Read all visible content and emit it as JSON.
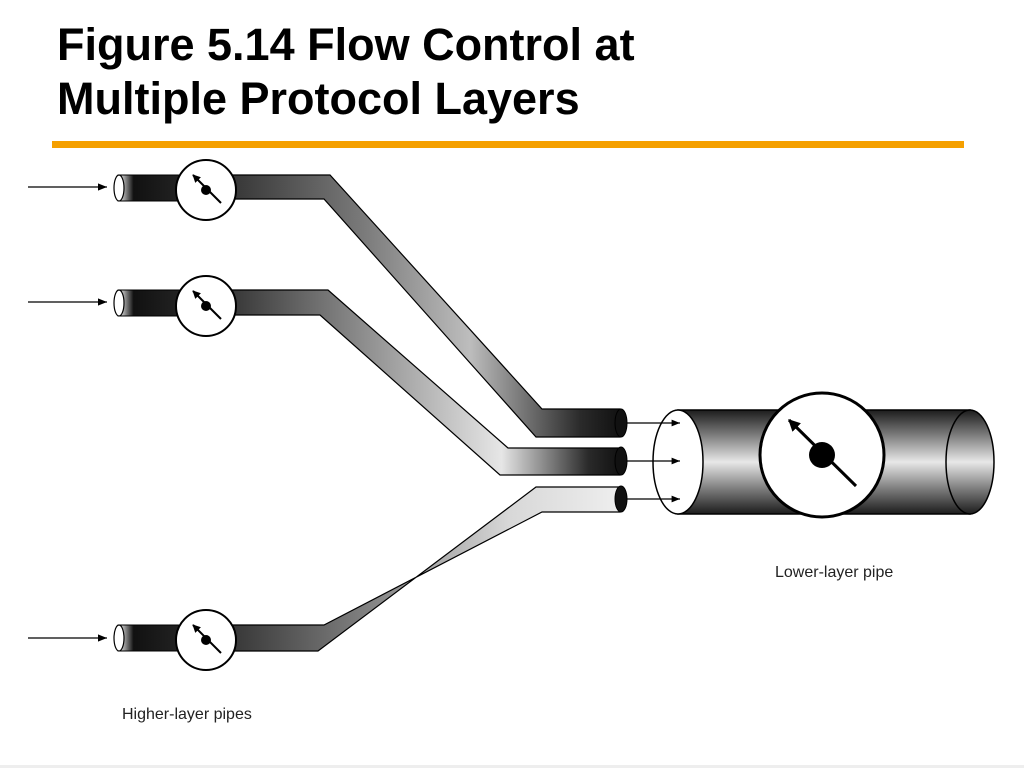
{
  "slide": {
    "title_line1": "Figure 5.14 Flow Control at",
    "title_line2": "Multiple Protocol Layers",
    "accent_color": "#f5a000"
  },
  "diagram": {
    "lower_layer_label": "Lower-layer pipe",
    "higher_layer_label": "Higher-layer pipes",
    "higher_layer_pipe_count": 3,
    "lower_layer_pipe_count": 1,
    "icons": [
      "flow-arrow-icon",
      "flow-control-valve-icon"
    ]
  }
}
